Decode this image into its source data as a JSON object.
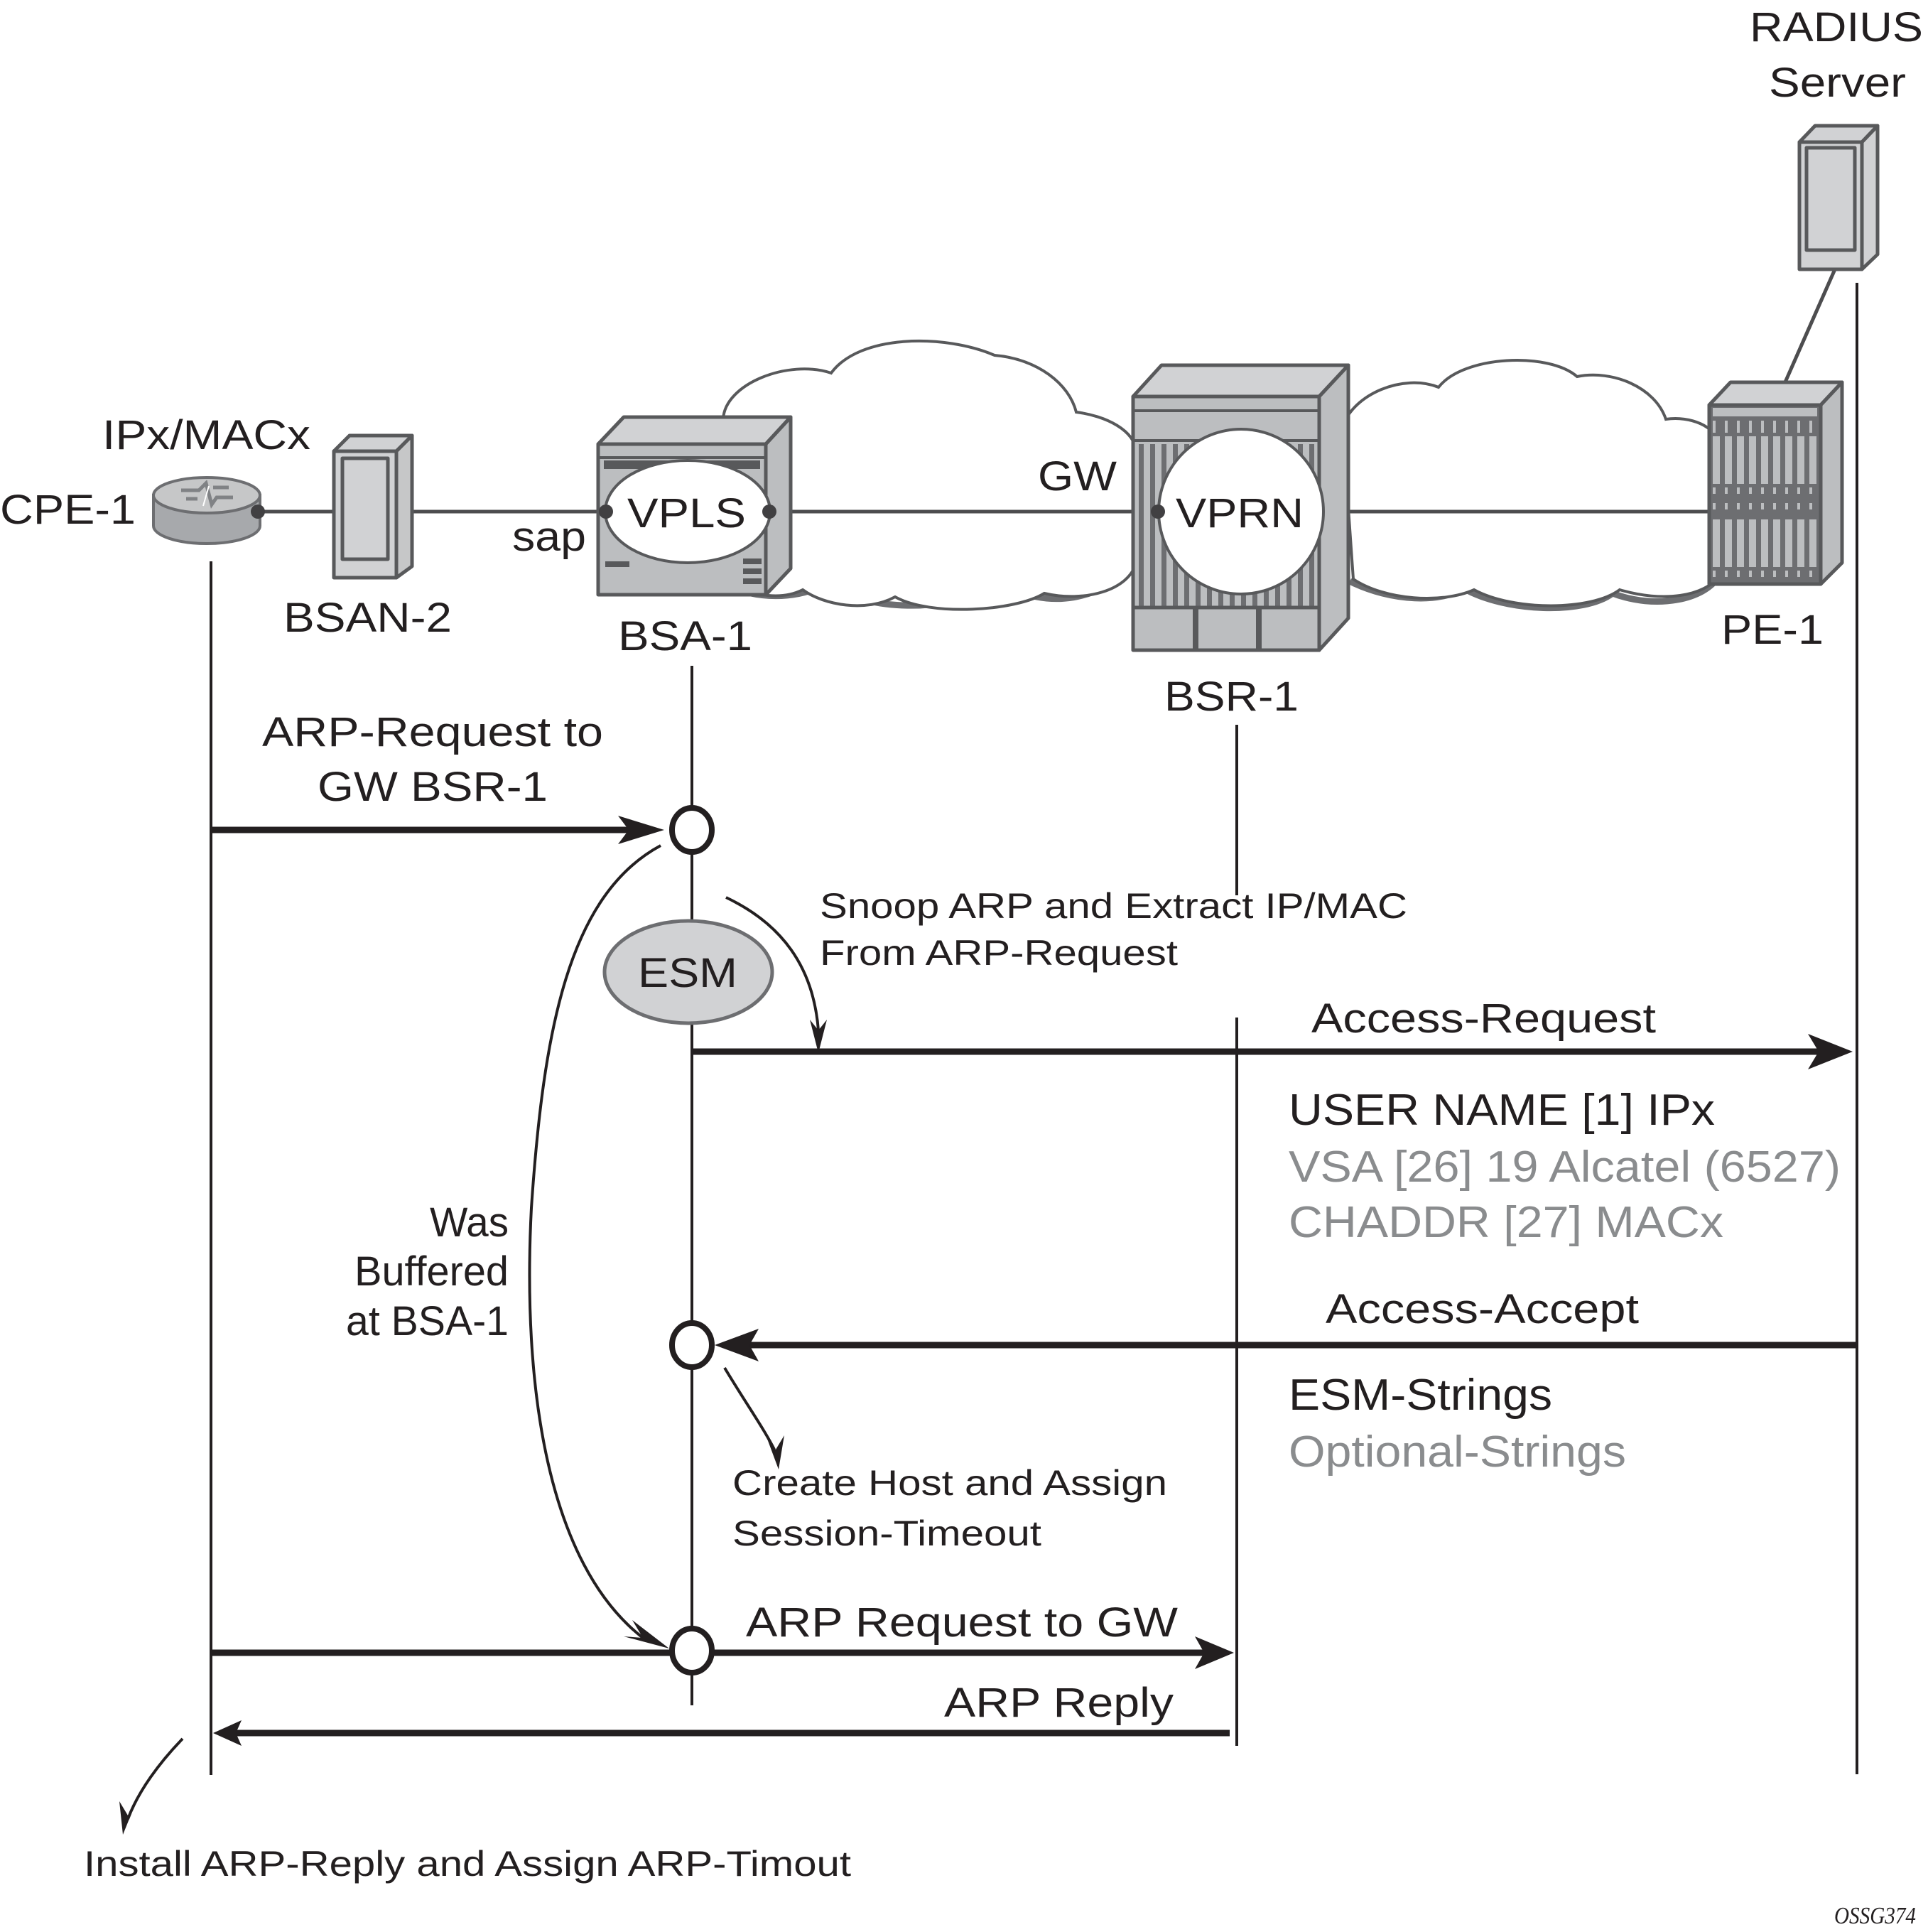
{
  "figure": {
    "id": "OSSG374",
    "title": "ARP-triggered host authentication via RADIUS at BSA-1"
  },
  "colors": {
    "text": "#231f20",
    "secondary_text": "#8a8c8e",
    "device_fill": "#c6c7c8",
    "device_light": "#d1d2d4",
    "device_edge": "#58595b",
    "esm_fill": "#d1d2d4"
  },
  "nodes": {
    "radius": {
      "line1": "RADIUS",
      "line2": "Server"
    },
    "cpe": {
      "label": "CPE-1",
      "address": "IPx/MACx"
    },
    "bsan": {
      "label": "BSAN-2"
    },
    "bsa": {
      "label": "BSA-1",
      "service": "VPLS",
      "sap_label": "sap"
    },
    "bsr": {
      "label": "BSR-1",
      "service": "VPRN",
      "gw_label": "GW"
    },
    "pe": {
      "label": "PE-1"
    }
  },
  "esm": {
    "label": "ESM"
  },
  "messages": {
    "arp_request_to_gw_bsr": {
      "line1": "ARP-Request to",
      "line2": "GW BSR-1"
    },
    "snoop_note": {
      "line1": "Snoop ARP and Extract IP/MAC",
      "line2": "From ARP-Request"
    },
    "access_request": {
      "label": "Access-Request",
      "attributes": [
        {
          "text": "USER NAME [1] IPx",
          "emphasis": "primary"
        },
        {
          "text": "VSA [26] 19 Alcatel (6527)",
          "emphasis": "secondary"
        },
        {
          "text": "CHADDR [27] MACx",
          "emphasis": "secondary"
        }
      ]
    },
    "buffered_note": {
      "line1": "Was",
      "line2": "Buffered",
      "line3": "at BSA-1"
    },
    "access_accept": {
      "label": "Access-Accept",
      "attributes": [
        {
          "text": "ESM-Strings",
          "emphasis": "primary"
        },
        {
          "text": "Optional-Strings",
          "emphasis": "secondary"
        }
      ]
    },
    "create_host_note": {
      "line1": "Create Host and Assign",
      "line2": "Session-Timeout"
    },
    "arp_request_to_gw": {
      "label": "ARP Request to GW"
    },
    "arp_reply": {
      "label": "ARP Reply"
    },
    "install_note": {
      "label": "Install ARP-Reply and Assign ARP-Timout"
    }
  }
}
